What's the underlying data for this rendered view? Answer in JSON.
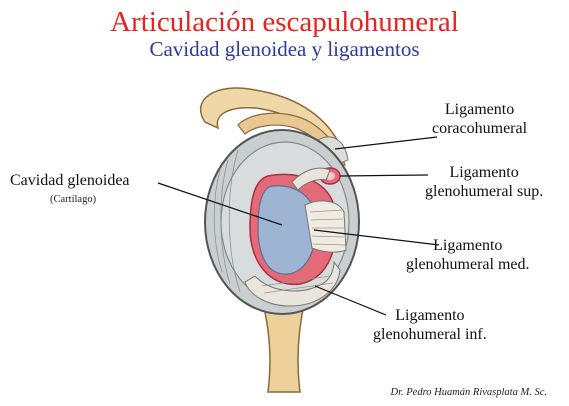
{
  "header": {
    "title": "Articulación escapulohumeral",
    "subtitle": "Cavidad glenoidea y ligamentos"
  },
  "labels": {
    "glenoid": {
      "main": "Cavidad glenoidea",
      "sub": "(Cartílago)"
    },
    "coracohumeral": {
      "line1": "Ligamento",
      "line2": "coracohumeral"
    },
    "gh_sup": {
      "line1": "Ligamento",
      "line2": "glenohumeral sup."
    },
    "gh_med": {
      "line1": "Ligamento",
      "line2": "glenohumeral med."
    },
    "gh_inf": {
      "line1": "Ligamento",
      "line2": "glenohumeral inf."
    }
  },
  "credit": "Dr. Pedro Huamán Rivasplata M. Sc."
}
